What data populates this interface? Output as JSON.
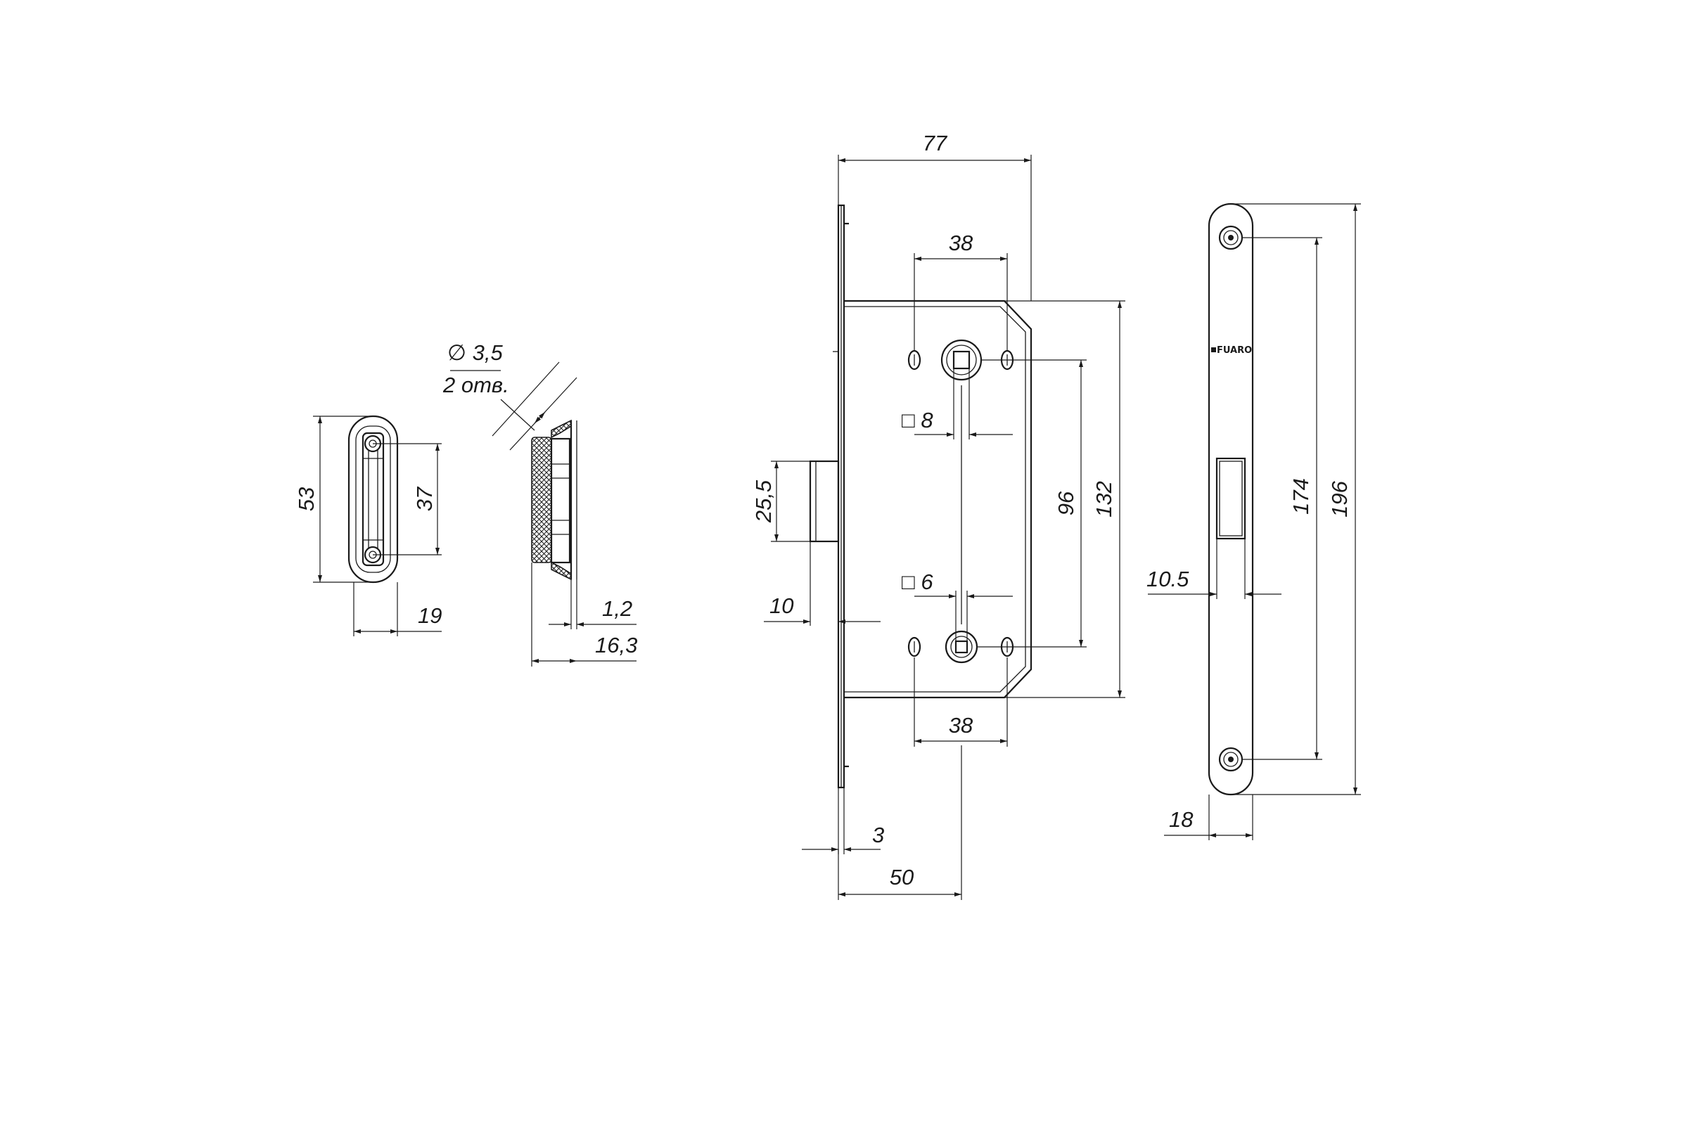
{
  "strike_plate": {
    "height_dim": "53",
    "hole_spacing_dim": "37",
    "width_dim": "19"
  },
  "strike_section": {
    "hole_note_diameter": "∅ 3,5",
    "hole_note_count": "2 отв.",
    "plate_thickness_dim": "1,2",
    "depth_dim": "16,3"
  },
  "lock_body": {
    "overall_width_dim": "77",
    "top_hole_spacing_dim": "38",
    "bottom_hole_spacing_dim": "38",
    "square_8_dim": "□ 8",
    "square_6_dim": "□ 6",
    "latch_height_dim": "25,5",
    "latch_projection_dim": "10",
    "center_distance_dim": "96",
    "body_height_dim": "132",
    "faceplate_thickness_dim": "3",
    "backset_dim": "50"
  },
  "faceplate": {
    "brand_logo": "FUARO",
    "fixing_holes_dim": "174",
    "overall_length_dim": "196",
    "latch_offset_dim": "10.5",
    "width_dim": "18"
  }
}
